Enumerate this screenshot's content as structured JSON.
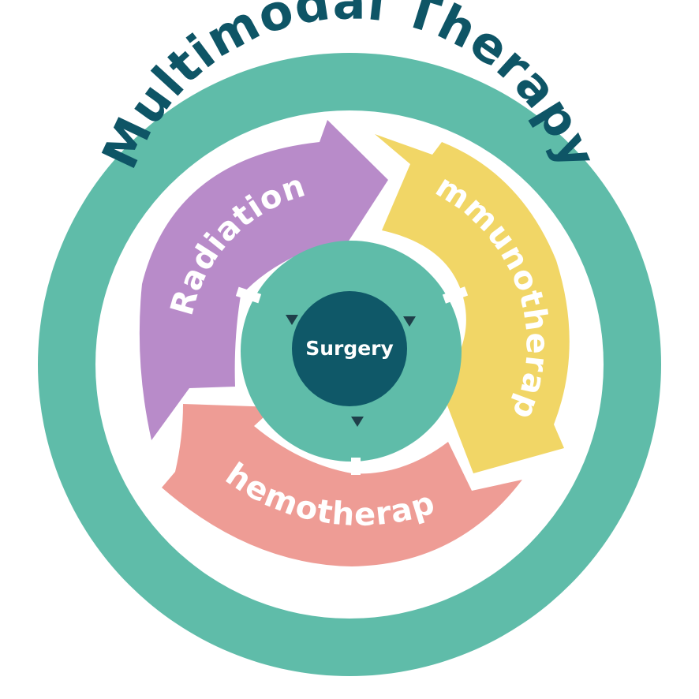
{
  "title": "Multimodal Therapy",
  "center": {
    "label": "Surgery"
  },
  "modalities": [
    {
      "id": "radiation",
      "label": "Radiation"
    },
    {
      "id": "immunotherapy",
      "label": "Immunotherapy"
    },
    {
      "id": "chemotherapy",
      "label": "Chemotherapy"
    }
  ],
  "colors": {
    "outer_ring": "#5fbca9",
    "title": "#0e5566",
    "white": "#ffffff",
    "radiation": "#b88bc9",
    "immunotherapy": "#f1d666",
    "chemotherapy": "#ee9c95",
    "inner_ring": "#5fbca9",
    "core": "#0f5868",
    "marker": "#1f3f4a",
    "arrow_text": "#ffffff",
    "core_text": "#ffffff"
  }
}
